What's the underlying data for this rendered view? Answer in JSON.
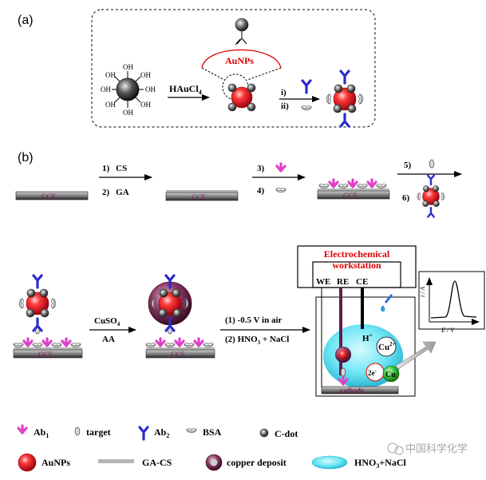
{
  "panels": {
    "a_label": "(a)",
    "b_label": "(b)"
  },
  "panel_a": {
    "oh_label": "OH",
    "reagent": "HAuCl",
    "reagent_sub": "4",
    "aunps_label": "AuNPs",
    "step_i": "i)",
    "step_ii": "ii)"
  },
  "panel_b": {
    "electrode": "GCE",
    "step1": "1)",
    "step1_reagent": "CS",
    "step2": "2)",
    "step2_reagent": "GA",
    "step3": "3)",
    "step4": "4)",
    "step5": "5)",
    "step6": "6)",
    "cuso4": "CuSO",
    "cuso4_sub": "4",
    "aa": "AA",
    "step_voltage": "(1) -0.5 V in air",
    "step_strip": "(2) HNO",
    "step_strip_sub": "3",
    "step_strip_tail": " + NaCl"
  },
  "workstation": {
    "title_line1": "Electrochemical",
    "title_line2": "workstation",
    "we": "WE",
    "re": "RE",
    "ce": "CE",
    "cathode": "cathode",
    "h_plus": "H",
    "h_plus_sup": "+",
    "cu2": "Cu",
    "cu2_sup": "2+",
    "electrons": "2e",
    "electrons_sup": "-",
    "cu": "Cu"
  },
  "plot": {
    "ylabel": "i / A",
    "xlabel": "E / V"
  },
  "legend": {
    "ab1": "Ab",
    "ab1_sub": "1",
    "target": "target",
    "ab2": "Ab",
    "ab2_sub": "2",
    "bsa": "BSA",
    "cdot": "C-dot",
    "aunps": "AuNPs",
    "gacs": "GA-CS",
    "copper": "copper deposit",
    "hno3": "HNO",
    "hno3_sub": "3",
    "hno3_tail": "+NaCl"
  },
  "watermark": "中国科学化学",
  "colors": {
    "aunp": "#e8102a",
    "ab1": "#e040c8",
    "ab2": "#2b2bd0",
    "copper": "#6a1a4a",
    "solution": "#5ee0f2",
    "cu_ball": "#3cc83c",
    "title_red": "#e00000"
  }
}
